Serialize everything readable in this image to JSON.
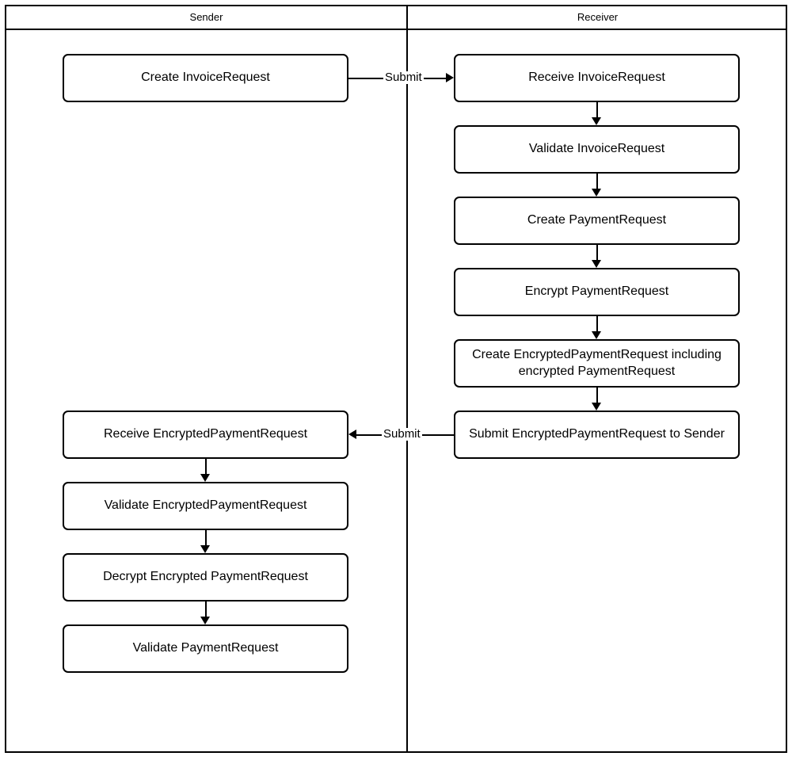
{
  "diagram": {
    "type": "swimlane-flowchart",
    "lanes": [
      {
        "id": "sender",
        "title": "Sender"
      },
      {
        "id": "receiver",
        "title": "Receiver"
      }
    ],
    "nodes": {
      "create_invoice_request": "Create InvoiceRequest",
      "receive_invoice_request": "Receive InvoiceRequest",
      "validate_invoice_request": "Validate InvoiceRequest",
      "create_payment_request": "Create PaymentRequest",
      "encrypt_payment_request": "Encrypt PaymentRequest",
      "create_encrypted_payment_request": "Create EncryptedPaymentRequest including encrypted PaymentRequest",
      "submit_encrypted_payment_request": "Submit EncryptedPaymentRequest to Sender",
      "receive_encrypted_payment_request": "Receive EncryptedPaymentRequest",
      "validate_encrypted_payment_request": "Validate EncryptedPaymentRequest",
      "decrypt_encrypted_payment_request": "Decrypt Encrypted PaymentRequest",
      "validate_payment_request": "Validate PaymentRequest"
    },
    "edge_labels": {
      "submit_to_receiver": "Submit",
      "submit_to_sender": "Submit"
    },
    "colors": {
      "stroke": "#000000",
      "fill": "#ffffff",
      "text": "#000000"
    }
  }
}
